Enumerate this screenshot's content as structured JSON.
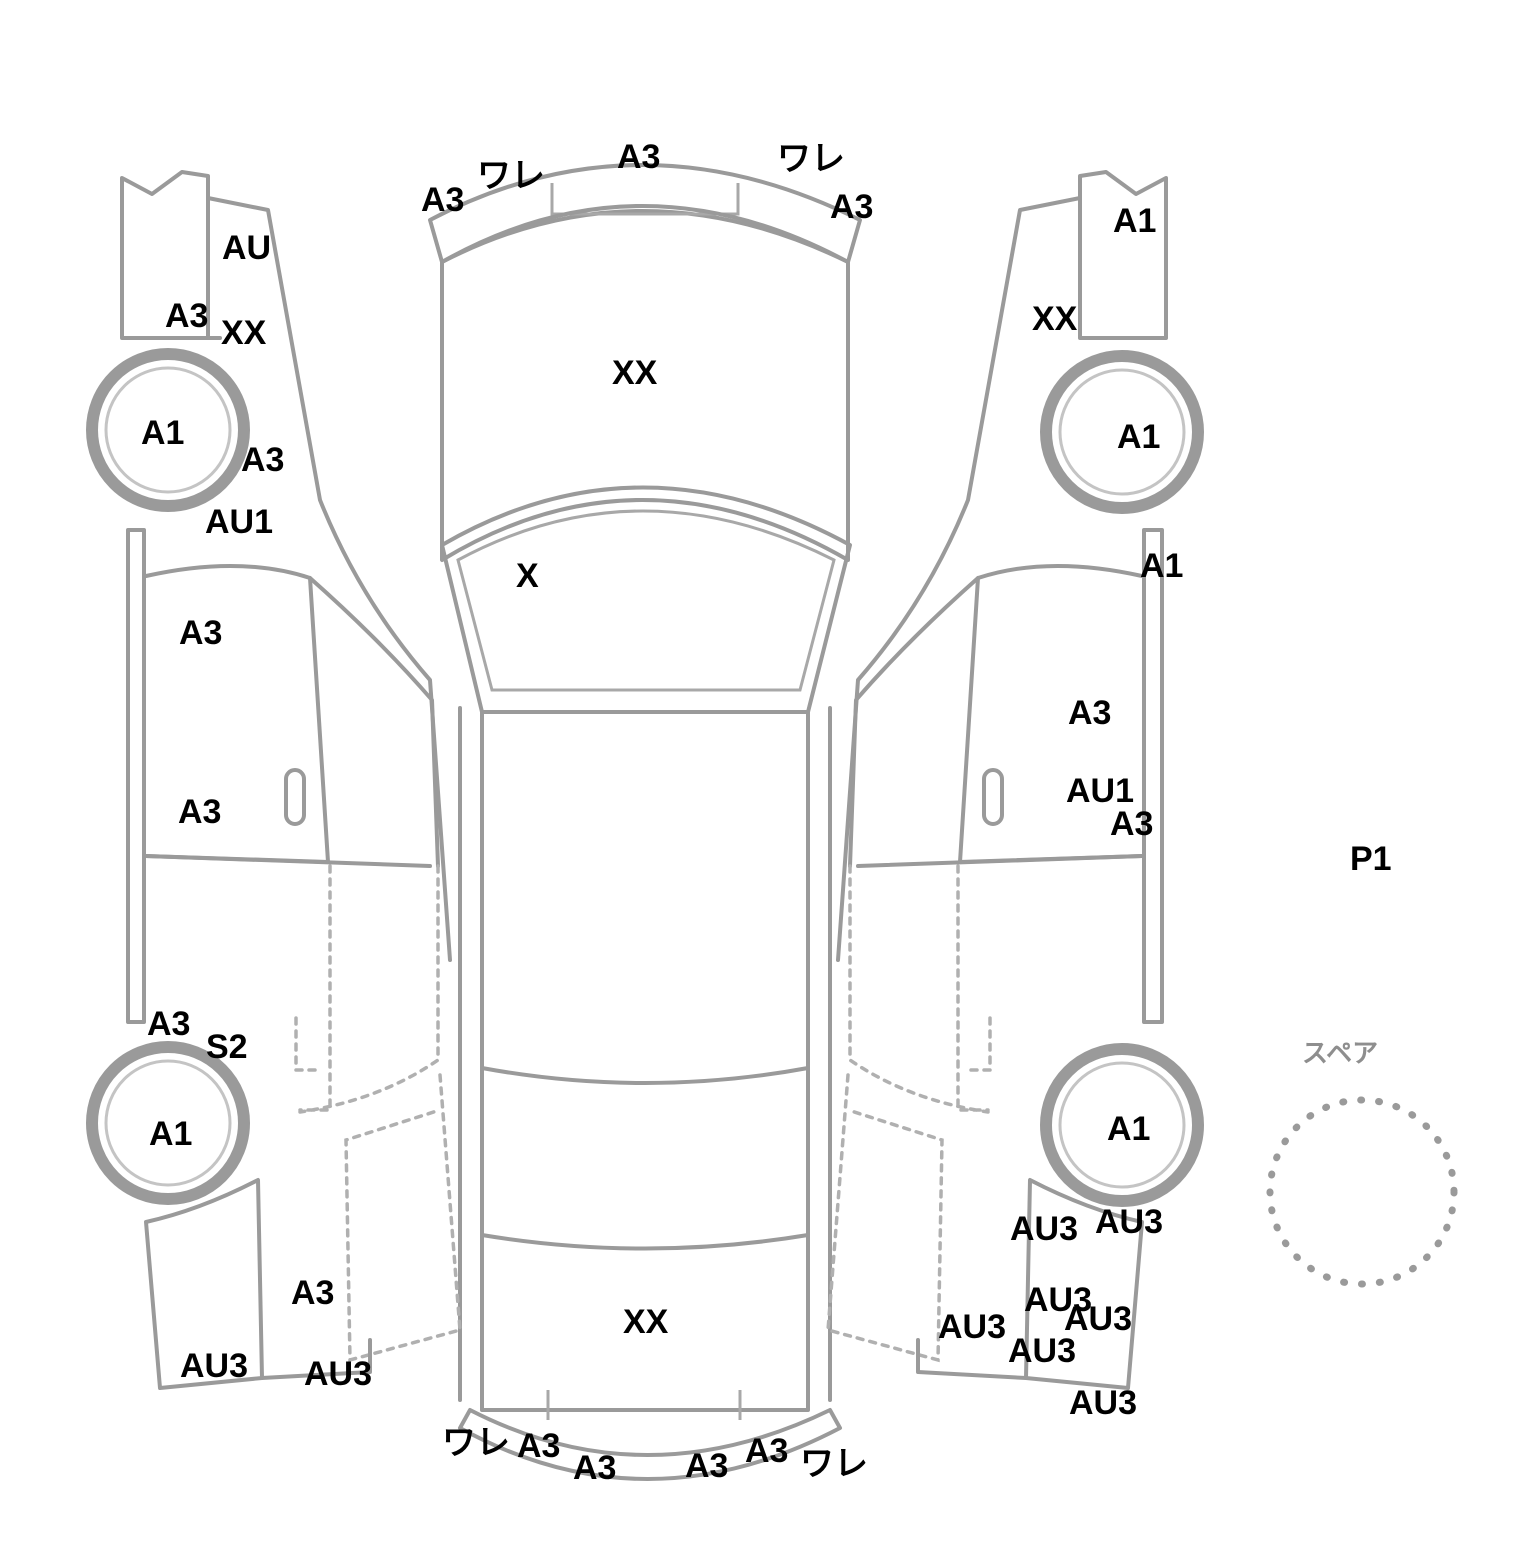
{
  "diagram": {
    "spare_label": "スペア",
    "marks": [
      {
        "id": "front-bumper-l-crack",
        "text": "ワレ"
      },
      {
        "id": "front-bumper-l",
        "text": "A3"
      },
      {
        "id": "front-bumper-c",
        "text": "A3"
      },
      {
        "id": "front-bumper-r-crack",
        "text": "ワレ"
      },
      {
        "id": "front-bumper-r",
        "text": "A3"
      },
      {
        "id": "hood",
        "text": "XX"
      },
      {
        "id": "windshield",
        "text": "X"
      },
      {
        "id": "trunk",
        "text": "XX"
      },
      {
        "id": "rear-bumper-l-crack",
        "text": "ワレ"
      },
      {
        "id": "rear-bumper-l",
        "text": "A3"
      },
      {
        "id": "rear-bumper-cl",
        "text": "A3"
      },
      {
        "id": "rear-bumper-cr",
        "text": "A3"
      },
      {
        "id": "rear-bumper-r",
        "text": "A3"
      },
      {
        "id": "rear-bumper-r-crack",
        "text": "ワレ"
      },
      {
        "id": "left-fender-top",
        "text": "AU"
      },
      {
        "id": "left-fender-a3",
        "text": "A3"
      },
      {
        "id": "left-fender-xx",
        "text": "XX"
      },
      {
        "id": "left-front-wheel",
        "text": "A1"
      },
      {
        "id": "left-fender-lower",
        "text": "A3"
      },
      {
        "id": "left-fender-au1",
        "text": "AU1"
      },
      {
        "id": "left-front-door",
        "text": "A3"
      },
      {
        "id": "left-rear-door",
        "text": "A3"
      },
      {
        "id": "left-rocker",
        "text": "A3"
      },
      {
        "id": "left-rocker-s2",
        "text": "S2"
      },
      {
        "id": "left-rear-wheel",
        "text": "A1"
      },
      {
        "id": "left-quarter-a3",
        "text": "A3"
      },
      {
        "id": "left-quarter-au3-a",
        "text": "AU3"
      },
      {
        "id": "left-quarter-au3-b",
        "text": "AU3"
      },
      {
        "id": "right-fender-top",
        "text": "A1"
      },
      {
        "id": "right-fender-xx",
        "text": "XX"
      },
      {
        "id": "right-front-wheel",
        "text": "A1"
      },
      {
        "id": "right-pillar",
        "text": "A1"
      },
      {
        "id": "right-front-door",
        "text": "A3"
      },
      {
        "id": "right-rear-door-au1",
        "text": "AU1"
      },
      {
        "id": "right-rear-door-a3",
        "text": "A3"
      },
      {
        "id": "right-rear-wheel",
        "text": "A1"
      },
      {
        "id": "right-quarter-au3-a",
        "text": "AU3"
      },
      {
        "id": "right-quarter-au3-b",
        "text": "AU3"
      },
      {
        "id": "right-quarter-au3-c",
        "text": "AU3"
      },
      {
        "id": "right-quarter-au3-d",
        "text": "AU3"
      },
      {
        "id": "right-quarter-au3-e",
        "text": "AU3"
      },
      {
        "id": "right-quarter-au3-f",
        "text": "AU3"
      },
      {
        "id": "right-quarter-au3-g",
        "text": "AU3"
      },
      {
        "id": "spare-tire-mark",
        "text": "P1"
      }
    ]
  }
}
